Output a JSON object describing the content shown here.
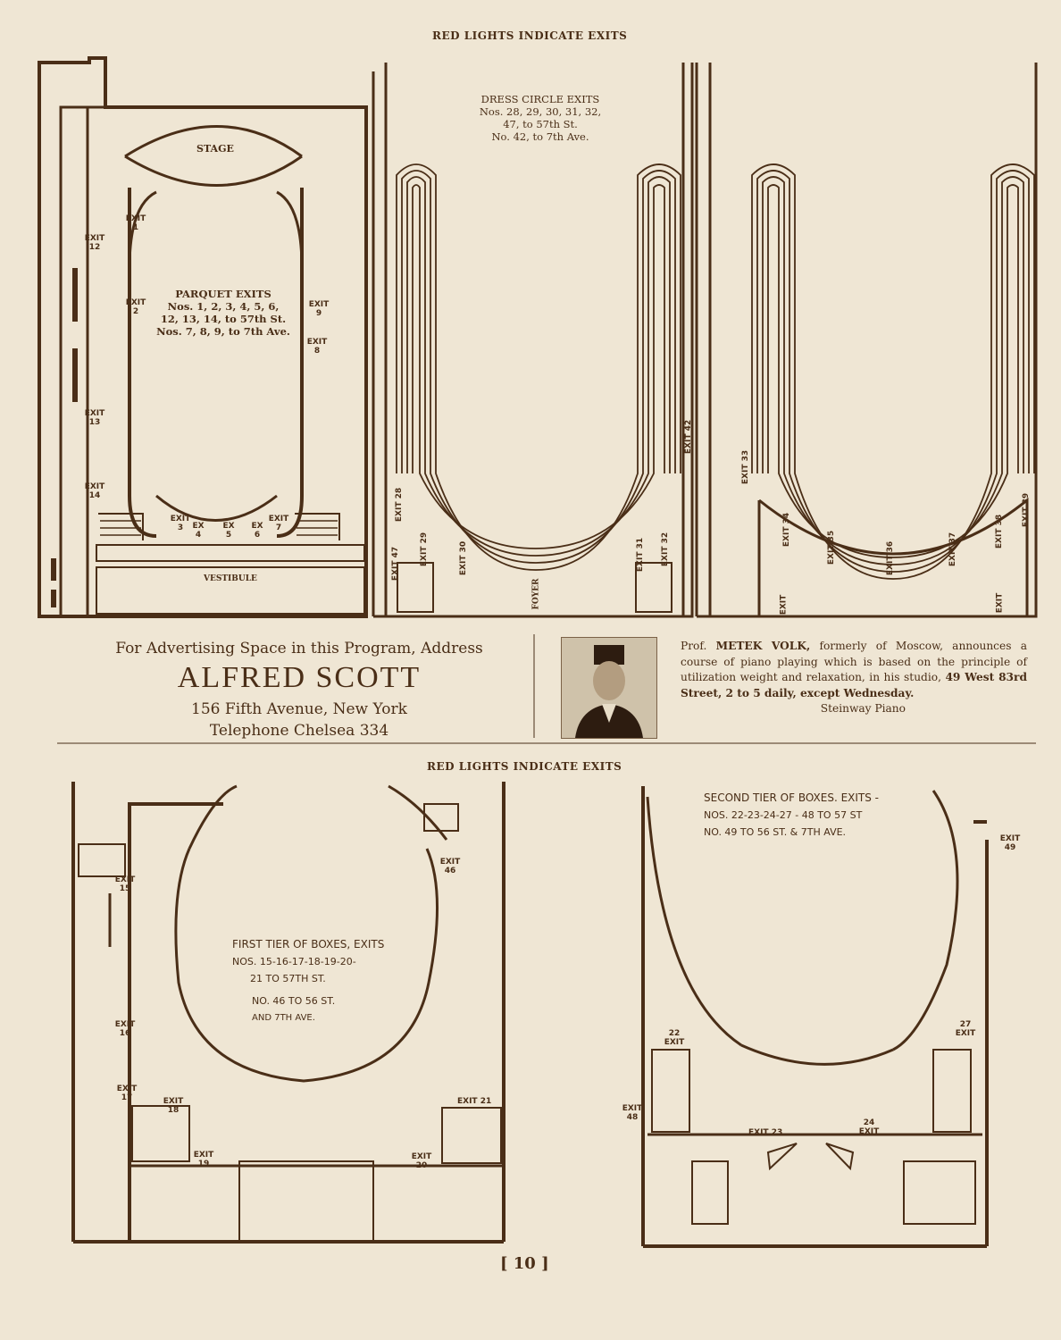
{
  "header_top": "RED LIGHTS INDICATE EXITS",
  "header_mid": "RED LIGHTS INDICATE EXITS",
  "parquet": {
    "stage": "STAGE",
    "vestibule": "VESTIBULE",
    "notice": [
      "PARQUET EXITS",
      "Nos. 1, 2, 3, 4, 5, 6,",
      "12, 13, 14, to 57th St.",
      "Nos. 7, 8, 9, to 7th Ave."
    ],
    "exits": [
      "EXIT 1",
      "EXIT 2",
      "EXIT 12",
      "EXIT 13",
      "EXIT 14",
      "EXIT 9",
      "EXIT 8",
      "EXIT 3",
      "EX 4",
      "EX 5",
      "EX 6",
      "EXIT 7"
    ]
  },
  "dress_circle": {
    "notice": [
      "DRESS CIRCLE EXITS",
      "Nos. 28, 29, 30, 31, 32,",
      "47, to 57th St.",
      "No. 42, to 7th Ave."
    ],
    "foyer": "FOYER",
    "exits": [
      "EXIT 28",
      "EXIT 47",
      "EXIT 29",
      "EXIT 30",
      "EXIT 31",
      "EXIT 32",
      "EXIT 42"
    ]
  },
  "balcony": {
    "exits": [
      "EXIT 33",
      "EXIT 34",
      "EXIT 35",
      "EXIT 36",
      "EXIT 37",
      "EXIT 38",
      "EXIT 39",
      "EXIT",
      "EXIT"
    ]
  },
  "ad_scott": {
    "line1": "For Advertising Space in this Program, Address",
    "name": "ALFRED SCOTT",
    "address": "156 Fifth Avenue, New York",
    "phone": "Telephone Chelsea 334"
  },
  "ad_volk": {
    "lead": "Prof.",
    "name": "METEK VOLK,",
    "text1": " formerly of Moscow, announces a course of piano playing which is based on the principle of utilization weight and relaxation, in his studio, ",
    "addr": "49 West 83rd Street, 2 to 5 daily, except Wednesday.",
    "sig": "Steinway Piano"
  },
  "first_tier": {
    "notice": [
      "FIRST TIER OF BOXES, EXITS",
      "NOS. 15-16-17-18-19-20-",
      "21 TO 57TH ST.",
      "NO. 46 TO 56 ST.",
      "AND 7TH AVE."
    ],
    "exits": [
      "EXIT 15",
      "EXIT 16",
      "EXIT 17",
      "EXIT 18",
      "EXIT 19",
      "EXIT 20",
      "EXIT 21",
      "EXIT 46"
    ]
  },
  "second_tier": {
    "notice": [
      "SECOND TIER OF BOXES. EXITS -",
      "NOS. 22-23-24-27 - 48 TO 57 ST",
      "NO. 49 TO 56 ST. & 7TH AVE."
    ],
    "exits": [
      "EXIT 49",
      "22 EXIT",
      "27 EXIT",
      "EXIT 48",
      "EXIT 23",
      "24 EXIT"
    ]
  },
  "page_number": "[ 10 ]"
}
